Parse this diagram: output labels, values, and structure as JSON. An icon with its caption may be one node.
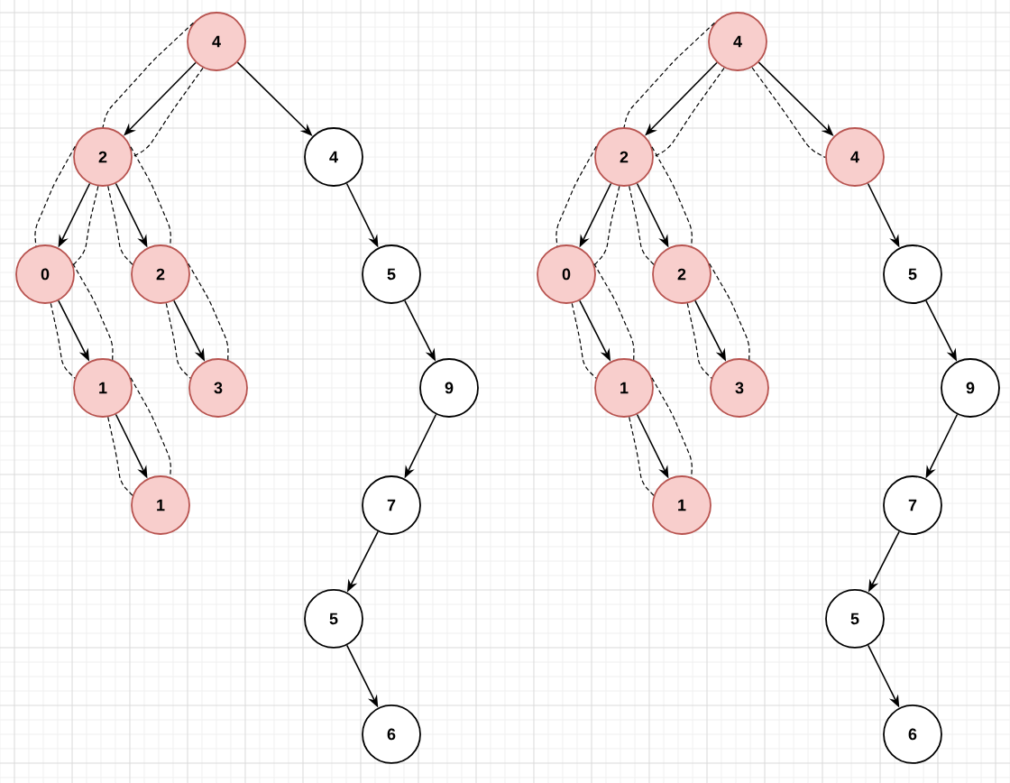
{
  "diagram": {
    "nodes": [
      {
        "text": [
          "4"
        ]
      },
      {
        "text": [
          "2"
        ]
      },
      {
        "text": [
          "4"
        ]
      },
      {
        "text": [
          "0"
        ]
      },
      {
        "text": [
          "2"
        ]
      },
      {
        "text": [
          "5"
        ]
      },
      {
        "text": [
          "1"
        ]
      },
      {
        "text": [
          "3"
        ]
      },
      {
        "text": [
          "9"
        ]
      },
      {
        "text": [
          "1"
        ]
      },
      {
        "text": [
          "7"
        ]
      },
      {
        "text": [
          "5"
        ]
      },
      {
        "text": [
          "6"
        ]
      },
      {
        "text": [
          "4"
        ]
      },
      {
        "text": [
          "2"
        ]
      },
      {
        "text": [
          "4"
        ]
      },
      {
        "text": [
          "0"
        ]
      },
      {
        "text": [
          "2"
        ]
      },
      {
        "text": [
          "5"
        ]
      },
      {
        "text": [
          "1"
        ]
      },
      {
        "text": [
          "3"
        ]
      },
      {
        "text": [
          "9"
        ]
      },
      {
        "text": [
          "1"
        ]
      },
      {
        "text": [
          "7"
        ]
      },
      {
        "text": [
          "5"
        ]
      },
      {
        "text": [
          "6"
        ]
      }
    ],
    "edges": [
      {
        "from": 0,
        "to": 1,
        "arrow": "to"
      },
      {
        "from": 0,
        "to": 2,
        "arrow": "to"
      },
      {
        "from": 1,
        "to": 3,
        "arrow": "to"
      },
      {
        "from": 1,
        "to": 4,
        "arrow": "to"
      },
      {
        "from": 3,
        "to": 6,
        "arrow": "to"
      },
      {
        "from": 4,
        "to": 7,
        "arrow": "to"
      },
      {
        "from": 6,
        "to": 9,
        "arrow": "to"
      },
      {
        "from": 2,
        "to": 5,
        "arrow": "to"
      },
      {
        "from": 5,
        "to": 8,
        "arrow": "to"
      },
      {
        "from": 8,
        "to": 10,
        "arrow": "to"
      },
      {
        "from": 10,
        "to": 11,
        "arrow": "to"
      },
      {
        "from": 11,
        "to": 12,
        "arrow": "to"
      },
      {
        "from": 13,
        "to": 14,
        "arrow": "to"
      },
      {
        "from": 13,
        "to": 15,
        "arrow": "to"
      },
      {
        "from": 14,
        "to": 16,
        "arrow": "to"
      },
      {
        "from": 14,
        "to": 17,
        "arrow": "to"
      },
      {
        "from": 16,
        "to": 19,
        "arrow": "to"
      },
      {
        "from": 17,
        "to": 20,
        "arrow": "to"
      },
      {
        "from": 19,
        "to": 22,
        "arrow": "to"
      },
      {
        "from": 15,
        "to": 18,
        "arrow": "to"
      },
      {
        "from": 18,
        "to": 21,
        "arrow": "to"
      },
      {
        "from": 21,
        "to": 23,
        "arrow": "to"
      },
      {
        "from": 23,
        "to": 24,
        "arrow": "to"
      },
      {
        "from": 24,
        "to": 25,
        "arrow": "to"
      },
      {
        "from": 0,
        "to": 1,
        "arrow": "none",
        "style": "dashed"
      },
      {
        "from": 0,
        "to": 1,
        "arrow": "none",
        "style": "dashed"
      },
      {
        "from": 1,
        "to": 3,
        "arrow": "none",
        "style": "dashed"
      },
      {
        "from": 1,
        "to": 3,
        "arrow": "none",
        "style": "dashed"
      },
      {
        "from": 1,
        "to": 4,
        "arrow": "none",
        "style": "dashed"
      },
      {
        "from": 1,
        "to": 4,
        "arrow": "none",
        "style": "dashed"
      },
      {
        "from": 3,
        "to": 6,
        "arrow": "none",
        "style": "dashed"
      },
      {
        "from": 3,
        "to": 6,
        "arrow": "none",
        "style": "dashed"
      },
      {
        "from": 4,
        "to": 7,
        "arrow": "none",
        "style": "dashed"
      },
      {
        "from": 4,
        "to": 7,
        "arrow": "none",
        "style": "dashed"
      },
      {
        "from": 6,
        "to": 9,
        "arrow": "none",
        "style": "dashed"
      },
      {
        "from": 6,
        "to": 9,
        "arrow": "none",
        "style": "dashed"
      },
      {
        "from": 13,
        "to": 14,
        "arrow": "none",
        "style": "dashed"
      },
      {
        "from": 13,
        "to": 14,
        "arrow": "none",
        "style": "dashed"
      },
      {
        "from": 13,
        "to": 15,
        "arrow": "none",
        "style": "dashed"
      },
      {
        "from": 14,
        "to": 16,
        "arrow": "none",
        "style": "dashed"
      },
      {
        "from": 14,
        "to": 16,
        "arrow": "none",
        "style": "dashed"
      },
      {
        "from": 14,
        "to": 17,
        "arrow": "none",
        "style": "dashed"
      },
      {
        "from": 14,
        "to": 17,
        "arrow": "none",
        "style": "dashed"
      },
      {
        "from": 16,
        "to": 19,
        "arrow": "none",
        "style": "dashed"
      },
      {
        "from": 16,
        "to": 19,
        "arrow": "none",
        "style": "dashed"
      },
      {
        "from": 17,
        "to": 20,
        "arrow": "none",
        "style": "dashed"
      },
      {
        "from": 17,
        "to": 20,
        "arrow": "none",
        "style": "dashed"
      },
      {
        "from": 19,
        "to": 22,
        "arrow": "none",
        "style": "dashed"
      },
      {
        "from": 19,
        "to": 22,
        "arrow": "none",
        "style": "dashed"
      }
    ]
  }
}
